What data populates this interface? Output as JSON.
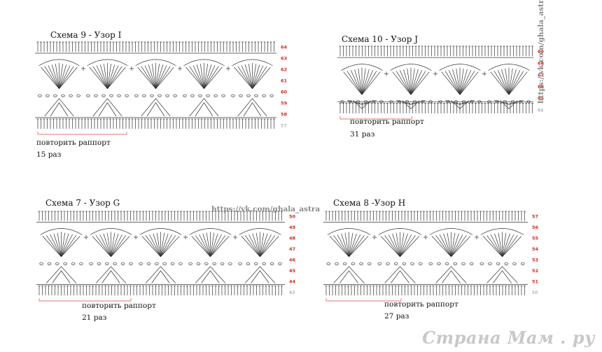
{
  "schemes": [
    {
      "id": "s9",
      "title": "Схема 9 - Узор I",
      "repeat_label": "повторить раппорт",
      "repeat_count": "15 раз",
      "rows": [
        "64",
        "63",
        "62",
        "61",
        "60",
        "59",
        "58",
        "57"
      ],
      "scallops": 5
    },
    {
      "id": "s10",
      "title": "Схема 10 - Узор J",
      "repeat_label": "повторить раппорт",
      "repeat_count": "31 раз",
      "rows": [
        "69",
        "68",
        "67",
        "66",
        "65",
        "64"
      ],
      "scallops": 4
    },
    {
      "id": "s7",
      "title": "Схема 7 - Узор G",
      "repeat_label": "повторить раппорт",
      "repeat_count": "21 раз",
      "rows": [
        "50",
        "49",
        "48",
        "47",
        "46",
        "45",
        "44",
        "43"
      ],
      "scallops": 5
    },
    {
      "id": "s8",
      "title": "Схема 8 -Узор H",
      "repeat_label": "повторить раппорт",
      "repeat_count": "27 раз",
      "rows": [
        "57",
        "56",
        "55",
        "54",
        "53",
        "52",
        "51",
        "50"
      ],
      "scallops": 4
    }
  ],
  "watermark_text": "https://vk.com/ghala_astra",
  "logo_text": "Страна Мам . ру",
  "colors": {
    "ink": "#333333",
    "row_number": "#d9281e",
    "base_row_number": "#8a8a8a",
    "repeat_bracket": "#e07a6e",
    "watermark": "#8a8a8a",
    "logo": "#c8c8c8"
  }
}
